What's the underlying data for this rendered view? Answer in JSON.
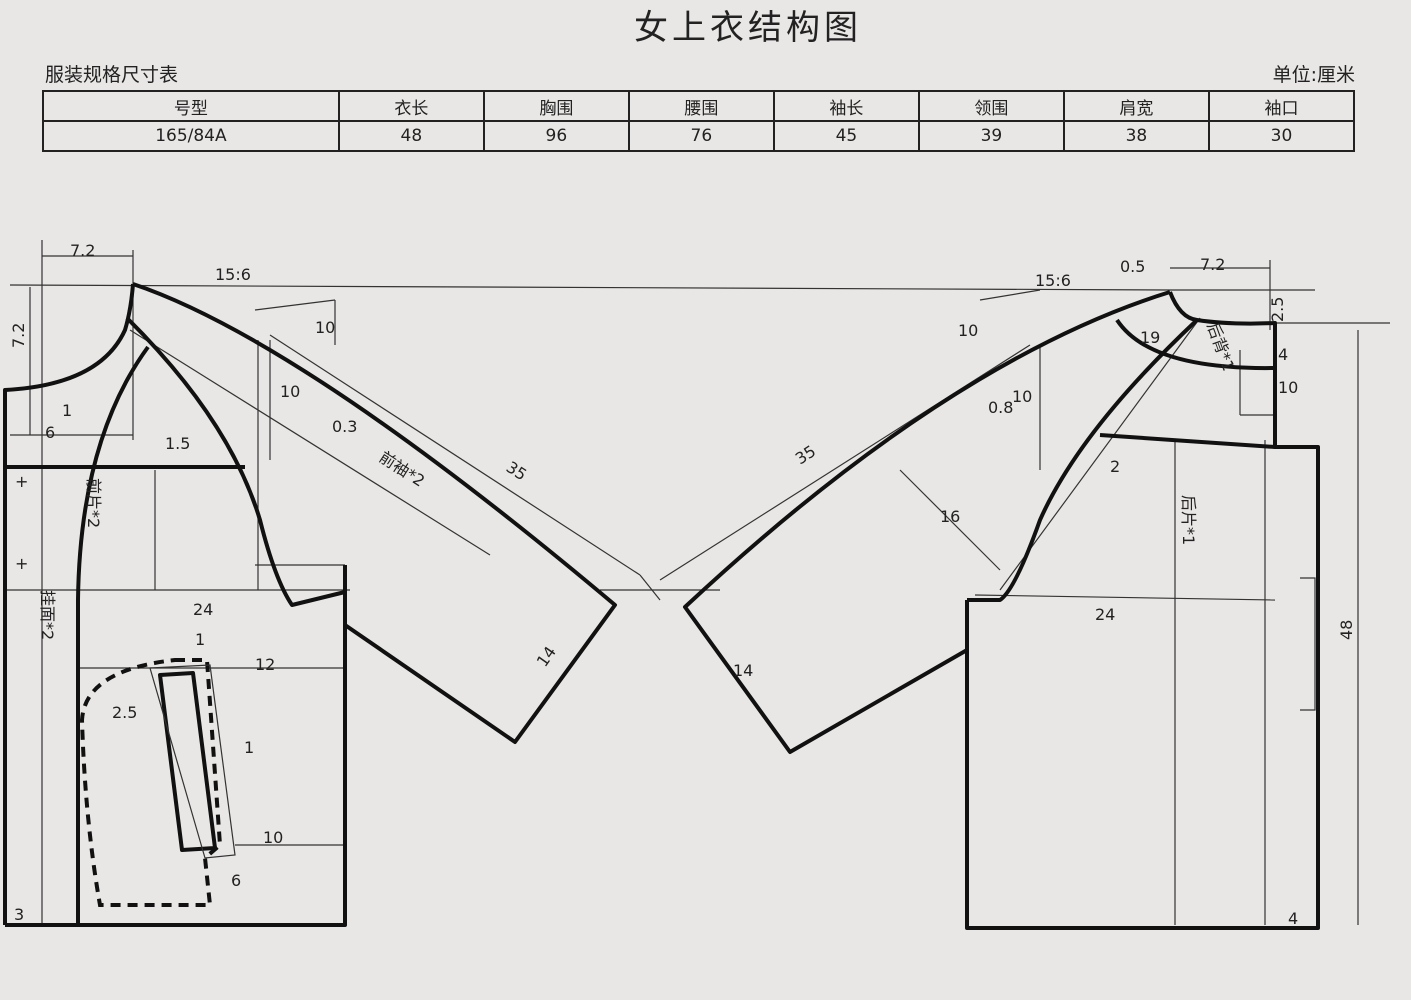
{
  "title": "女上衣结构图",
  "table_caption": "服装规格尺寸表",
  "unit": "单位:厘米",
  "spec_table": {
    "headers": [
      "号型",
      "衣长",
      "胸围",
      "腰围",
      "袖长",
      "领围",
      "肩宽",
      "袖口"
    ],
    "row": [
      "165/84A",
      "48",
      "96",
      "76",
      "45",
      "39",
      "38",
      "30"
    ]
  },
  "front": {
    "neck_width": "7.2",
    "neck_depth": "7.2",
    "shoulder_slope": "15:6",
    "elbow_10a": "10",
    "elbow_10b": "10",
    "offset_03": "0.3",
    "offset_15": "1.5",
    "offset_1": "1",
    "offset_6": "6",
    "front_piece": "前片*2",
    "front_sleeve": "前袖*2",
    "sleeve_len": "35",
    "chest": "24",
    "facing": "挂面*2",
    "pocket_12": "12",
    "pocket_1a": "1",
    "pocket_25": "2.5",
    "pocket_1b": "1",
    "pocket_10": "10",
    "pocket_6": "6",
    "hem_3": "3",
    "cuff": "14",
    "plus_a": "+",
    "plus_b": "+"
  },
  "back": {
    "offset_05": "0.5",
    "neck_width": "7.2",
    "shoulder_slope": "15:6",
    "neck_depth": "2.5",
    "elbow_10a": "10",
    "yoke_19": "19",
    "back_yoke": "后背*1",
    "yoke_4": "4",
    "elbow_10b": "10",
    "offset_08": "0.8",
    "yoke_10": "10",
    "sleeve_len": "35",
    "offset_2": "2",
    "sleeve_16": "16",
    "back_piece": "后片*1",
    "chest": "24",
    "length": "48",
    "cuff": "14",
    "hem_4": "4"
  }
}
